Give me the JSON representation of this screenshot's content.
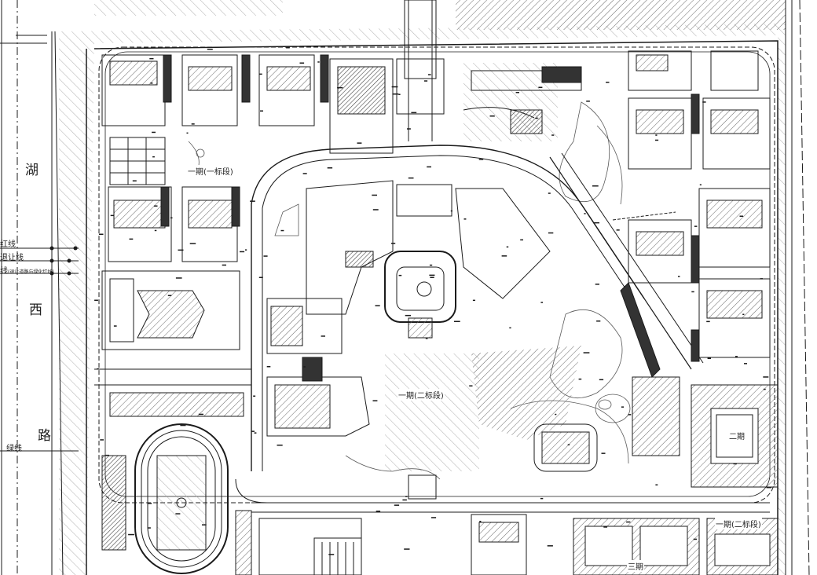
{
  "road_name": [
    "湖",
    "西",
    "路"
  ],
  "left_lines": [
    "红线",
    "退让线",
    "线",
    "绿线"
  ],
  "left_note": "(退让道路与绿化红线)",
  "phase_labels": {
    "p1_1": "一期(一标段)",
    "p1_2": "一期(二标段)",
    "p1_2_right": "一期(二标段)",
    "p2": "二期",
    "p3": "三期"
  },
  "colors": {
    "line": "#1b1b1b",
    "hatch": "#707070",
    "paper": "#ffffff"
  }
}
